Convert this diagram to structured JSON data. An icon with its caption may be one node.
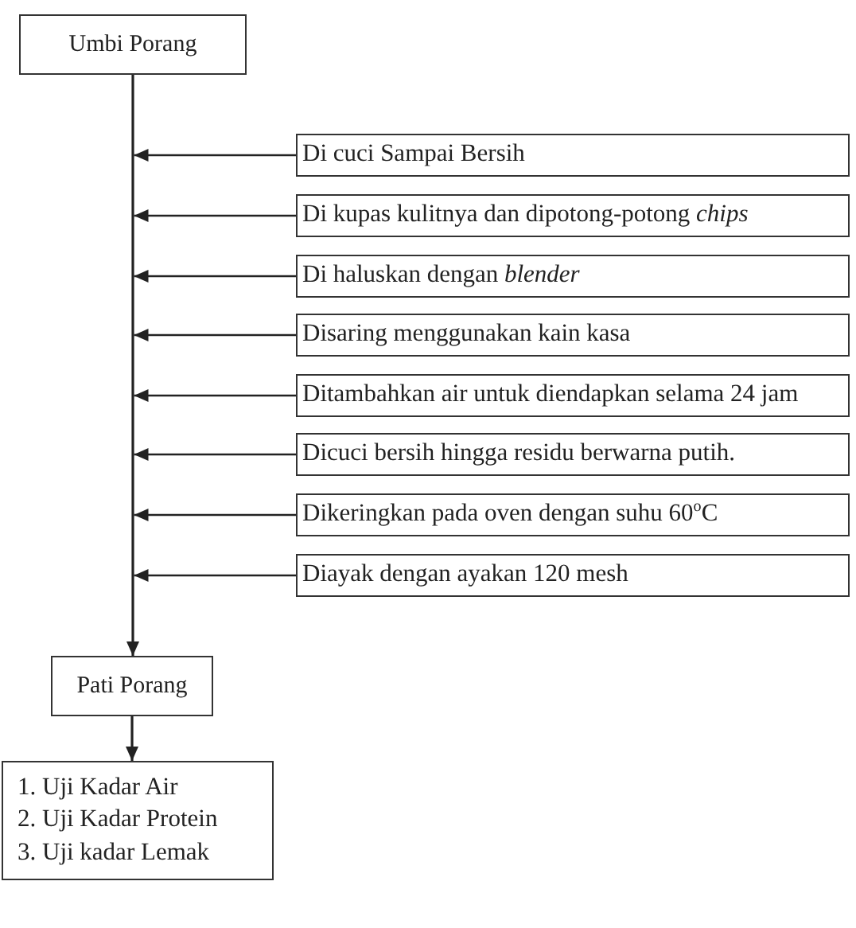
{
  "diagram": {
    "nodes": [
      {
        "text": [
          "Umbi Porang"
        ]
      },
      {
        "text": [
          "Di cuci Sampai Bersih"
        ]
      },
      {
        "text": [
          "Di kupas kulitnya dan dipotong-potong *chips*"
        ]
      },
      {
        "text": [
          "Di haluskan dengan *blender*"
        ]
      },
      {
        "text": [
          "Disaring menggunakan kain kasa"
        ]
      },
      {
        "text": [
          "Ditambahkan air untuk diendapkan selama 24 jam"
        ]
      },
      {
        "text": [
          "Dicuci bersih hingga residu berwarna putih."
        ]
      },
      {
        "text": [
          "Dikeringkan pada oven dengan suhu 60$^{o}$C"
        ]
      },
      {
        "text": [
          "Diayak dengan ayakan 120 mesh"
        ]
      },
      {
        "text": [
          "Pati Porang"
        ]
      },
      {
        "text": [
          "1. Uji Kadar Air",
          "2. Uji Kadar Protein",
          "3. Uji kadar Lemak"
        ]
      }
    ],
    "edges": [
      {
        "from": 0,
        "to": 9,
        "arrow": "to"
      },
      {
        "from": 1,
        "to": null,
        "arrow": "to"
      },
      {
        "from": 2,
        "to": null,
        "arrow": "to"
      },
      {
        "from": 3,
        "to": null,
        "arrow": "to"
      },
      {
        "from": 4,
        "to": null,
        "arrow": "to"
      },
      {
        "from": 5,
        "to": null,
        "arrow": "to"
      },
      {
        "from": 6,
        "to": null,
        "arrow": "to"
      },
      {
        "from": 7,
        "to": null,
        "arrow": "to"
      },
      {
        "from": 8,
        "to": null,
        "arrow": "to"
      },
      {
        "from": 9,
        "to": 10,
        "arrow": "to"
      }
    ]
  }
}
